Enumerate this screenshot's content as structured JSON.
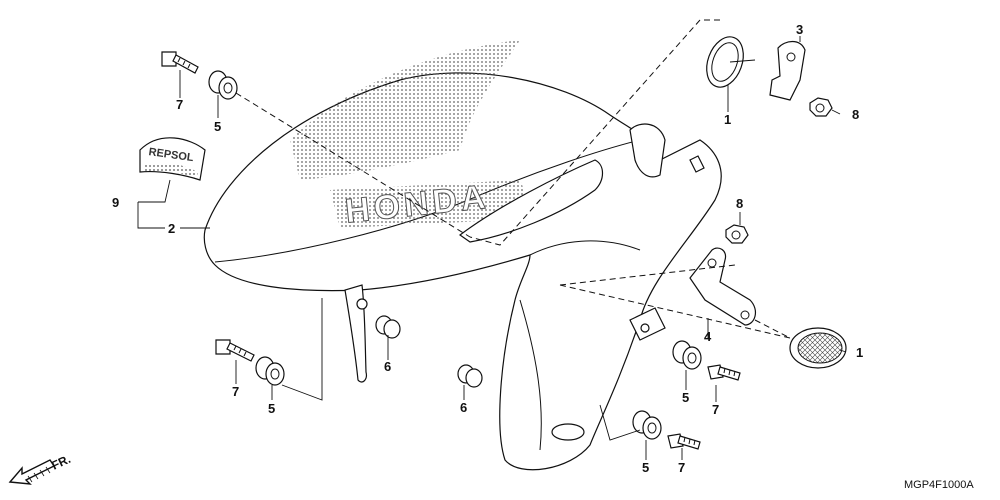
{
  "diagram": {
    "drawing_code": "MGP4F1000A",
    "front_arrow_label": "FR.",
    "brand_text": "HONDA",
    "sticker_text": "REPSOL",
    "callouts": {
      "c1_top": "1",
      "c1_right": "1",
      "c2": "2",
      "c3": "3",
      "c4": "4",
      "c5_top": "5",
      "c5_left": "5",
      "c5_mid": "5",
      "c5_bottom": "5",
      "c6_left": "6",
      "c6_bottom": "6",
      "c7_top": "7",
      "c7_left": "7",
      "c7_mid": "7",
      "c7_bottom": "7",
      "c8_top": "8",
      "c8_mid": "8",
      "c9": "9"
    }
  }
}
